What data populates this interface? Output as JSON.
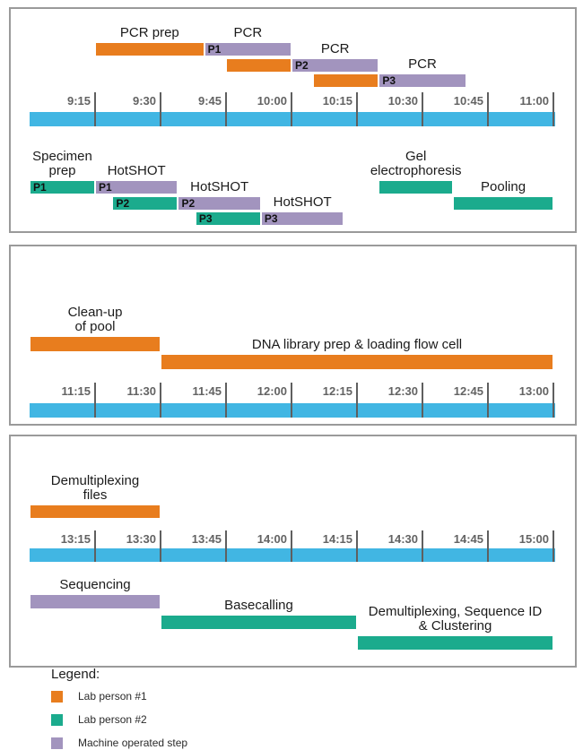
{
  "colors": {
    "person1": "#E87D1E",
    "person2": "#1BAB8D",
    "machine": "#A294BE",
    "timeline": "#41B6E3",
    "tick": "#5F5F5F",
    "time_label": "#636363",
    "panel_border": "#9A9A9A",
    "text": "#1B1B1B"
  },
  "legend": {
    "title": "Legend:",
    "items": [
      {
        "key": "person1",
        "label": "Lab person #1"
      },
      {
        "key": "person2",
        "label": "Lab person #2"
      },
      {
        "key": "machine",
        "label": "Machine operated step"
      }
    ]
  },
  "chart_data": {
    "type": "gantt",
    "time_format": "H:MM",
    "panels": [
      {
        "name": "specimen-prep-and-pcr",
        "time_start": "9:00",
        "time_end": "11:00",
        "tick_labels": [
          "9:15",
          "9:30",
          "9:45",
          "10:00",
          "10:15",
          "10:30",
          "10:45",
          "11:00"
        ],
        "tasks": [
          {
            "label": "PCR prep",
            "tag": "",
            "actor": "person1",
            "section": "above",
            "row": 0,
            "start": "9:15",
            "end": "9:40"
          },
          {
            "label": "PCR",
            "tag": "P1",
            "actor": "machine",
            "section": "above",
            "row": 0,
            "start": "9:40",
            "end": "10:00"
          },
          {
            "label": "",
            "tag": "",
            "actor": "person1",
            "section": "above",
            "row": 1,
            "start": "9:45",
            "end": "10:00"
          },
          {
            "label": "PCR",
            "tag": "P2",
            "actor": "machine",
            "section": "above",
            "row": 1,
            "start": "10:00",
            "end": "10:20"
          },
          {
            "label": "",
            "tag": "",
            "actor": "person1",
            "section": "above",
            "row": 2,
            "start": "10:05",
            "end": "10:20"
          },
          {
            "label": "PCR",
            "tag": "P3",
            "actor": "machine",
            "section": "above",
            "row": 2,
            "start": "10:20",
            "end": "10:40"
          },
          {
            "label": "Specimen\nprep",
            "tag": "P1",
            "actor": "person2",
            "section": "below",
            "row": 0,
            "start": "9:00",
            "end": "9:15"
          },
          {
            "label": "HotSHOT",
            "tag": "P1",
            "actor": "machine",
            "section": "below",
            "row": 0,
            "start": "9:15",
            "end": "9:34"
          },
          {
            "label": "",
            "tag": "P2",
            "actor": "person2",
            "section": "below",
            "row": 1,
            "start": "9:19",
            "end": "9:34"
          },
          {
            "label": "HotSHOT",
            "tag": "P2",
            "actor": "machine",
            "section": "below",
            "row": 1,
            "start": "9:34",
            "end": "9:53"
          },
          {
            "label": "",
            "tag": "P3",
            "actor": "person2",
            "section": "below",
            "row": 2,
            "start": "9:38",
            "end": "9:53"
          },
          {
            "label": "HotSHOT",
            "tag": "P3",
            "actor": "machine",
            "section": "below",
            "row": 2,
            "start": "9:53",
            "end": "10:12"
          },
          {
            "label": "Gel\nelectrophoresis",
            "tag": "",
            "actor": "person2",
            "section": "below",
            "row": 0,
            "start": "10:20",
            "end": "10:37"
          },
          {
            "label": "Pooling",
            "tag": "",
            "actor": "person2",
            "section": "below",
            "row": 1,
            "start": "10:37",
            "end": "11:00"
          }
        ]
      },
      {
        "name": "pool-cleanup-and-library-prep",
        "time_start": "11:00",
        "time_end": "13:00",
        "tick_labels": [
          "11:15",
          "11:30",
          "11:45",
          "12:00",
          "12:15",
          "12:30",
          "12:45",
          "13:00"
        ],
        "tasks": [
          {
            "label": "Clean-up\nof pool",
            "tag": "",
            "actor": "person1",
            "section": "above",
            "row": 0,
            "start": "11:00",
            "end": "11:30"
          },
          {
            "label": "DNA library prep & loading flow cell",
            "tag": "",
            "actor": "person1",
            "section": "above",
            "row": 1,
            "start": "11:30",
            "end": "13:00"
          }
        ]
      },
      {
        "name": "sequencing-and-analysis",
        "time_start": "13:00",
        "time_end": "15:00",
        "tick_labels": [
          "13:15",
          "13:30",
          "13:45",
          "14:00",
          "14:15",
          "14:30",
          "14:45",
          "15:00"
        ],
        "tasks": [
          {
            "label": "Demultiplexing\nfiles",
            "tag": "",
            "actor": "person1",
            "section": "above",
            "row": 0,
            "start": "13:00",
            "end": "13:30"
          },
          {
            "label": "Sequencing",
            "tag": "",
            "actor": "machine",
            "section": "below",
            "row": 0,
            "start": "13:00",
            "end": "13:30"
          },
          {
            "label": "Basecalling",
            "tag": "",
            "actor": "person2",
            "section": "below",
            "row": 1,
            "start": "13:30",
            "end": "14:15"
          },
          {
            "label": "Demultiplexing, Sequence ID\n& Clustering",
            "tag": "",
            "actor": "person2",
            "section": "below",
            "row": 2,
            "start": "14:15",
            "end": "15:00"
          }
        ]
      }
    ]
  }
}
